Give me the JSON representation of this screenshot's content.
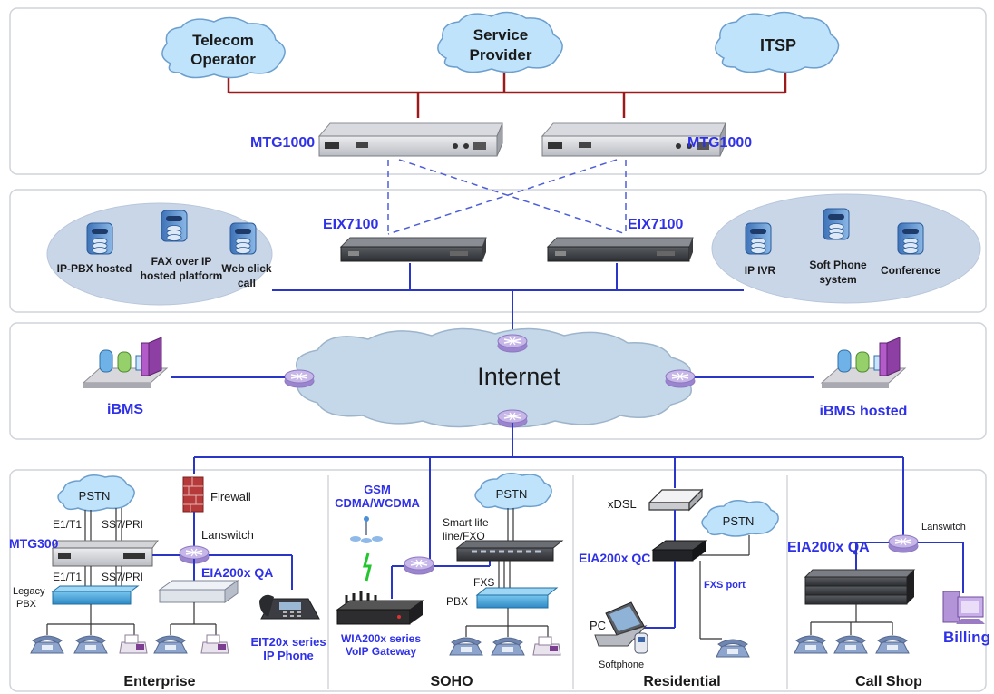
{
  "clouds": {
    "telecom": [
      "Telecom",
      "Operator"
    ],
    "service": [
      "Service",
      "Provider"
    ],
    "itsp": "ITSP",
    "internet": "Internet",
    "pstn": "PSTN"
  },
  "devices": {
    "mtg1000": "MTG1000",
    "eix7100": "EIX7100",
    "mtg300": "MTG300",
    "firewall": "Firewall",
    "lanswitch": "Lanswitch",
    "eia200x_qa": "EIA200x QA",
    "eia200x_qc": "EIA200x QC",
    "eit20x": [
      "EIT20x series",
      "IP Phone"
    ],
    "wia200x": [
      "WIA200x series",
      "VoIP Gateway"
    ],
    "gsm": [
      "GSM",
      "CDMA/WCDMA"
    ],
    "smart_life": [
      "Smart life",
      "line/FXO"
    ],
    "fxs": "FXS",
    "pbx": "PBX",
    "legacy_pbx": [
      "Legacy",
      "PBX"
    ],
    "e1t1": "E1/T1",
    "ss7pri": "SS7/PRI",
    "xdsl": "xDSL",
    "fxs_port": "FXS port",
    "pc": "PC",
    "softphone": "Softphone",
    "billing": "Billing"
  },
  "services_left": {
    "ippbx": "IP-PBX hosted",
    "fax": [
      "FAX over IP",
      "hosted platform"
    ],
    "webclick": [
      "Web click",
      "call"
    ]
  },
  "services_right": {
    "ivr": "IP IVR",
    "softphone": [
      "Soft Phone",
      "system"
    ],
    "conference": "Conference"
  },
  "ibms": {
    "left": "iBMS",
    "right": "iBMS hosted"
  },
  "segments": {
    "enterprise": "Enterprise",
    "soho": "SOHO",
    "residential": "Residential",
    "callshop": "Call Shop"
  },
  "colors": {
    "label_blue": "#2f31e8",
    "trunk_red": "#9b1b1b",
    "link_blue": "#2a36c8"
  }
}
